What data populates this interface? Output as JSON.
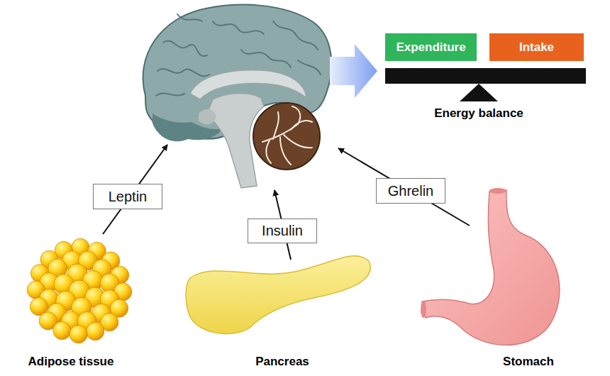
{
  "diagram": {
    "nodes": [
      {
        "text": [
          "Expenditure"
        ]
      },
      {
        "text": [
          "Intake"
        ]
      },
      {
        "text": [
          "Leptin"
        ]
      },
      {
        "text": [
          "Insulin"
        ]
      },
      {
        "text": [
          "Ghrelin"
        ]
      }
    ],
    "labels": [
      "Energy balance",
      "Adipose tissue",
      "Pancreas",
      "Stomach"
    ]
  }
}
